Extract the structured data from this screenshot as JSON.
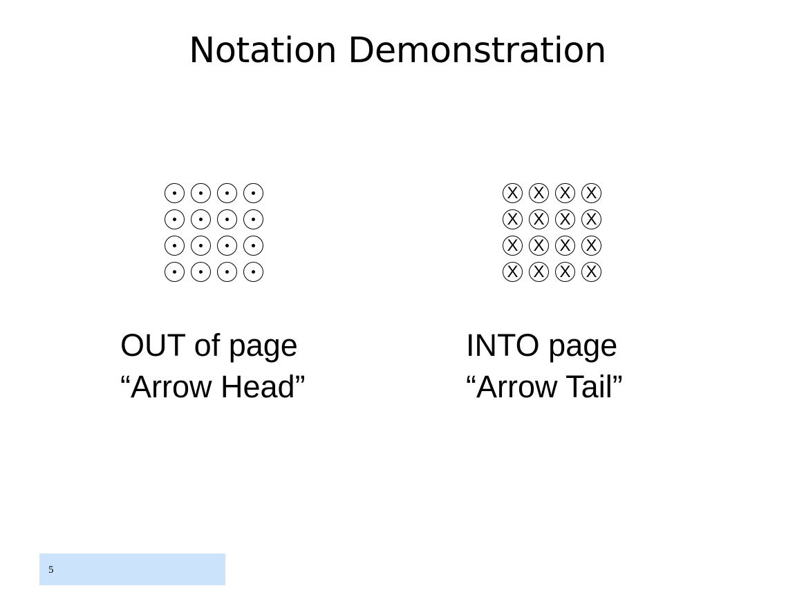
{
  "slide": {
    "title": "Notation Demonstration",
    "number": "5"
  },
  "out_panel": {
    "symbol": "dot-in-circle",
    "rows": 4,
    "cols": 4,
    "caption_line1": "OUT of page",
    "caption_line2": "“Arrow Head”"
  },
  "into_panel": {
    "symbol": "x-in-circle",
    "symbol_char": "X",
    "rows": 4,
    "cols": 4,
    "caption_line1": "INTO page",
    "caption_line2": "“Arrow Tail”"
  },
  "colors": {
    "footer_box": "#cce4fb",
    "ink": "#000000"
  }
}
